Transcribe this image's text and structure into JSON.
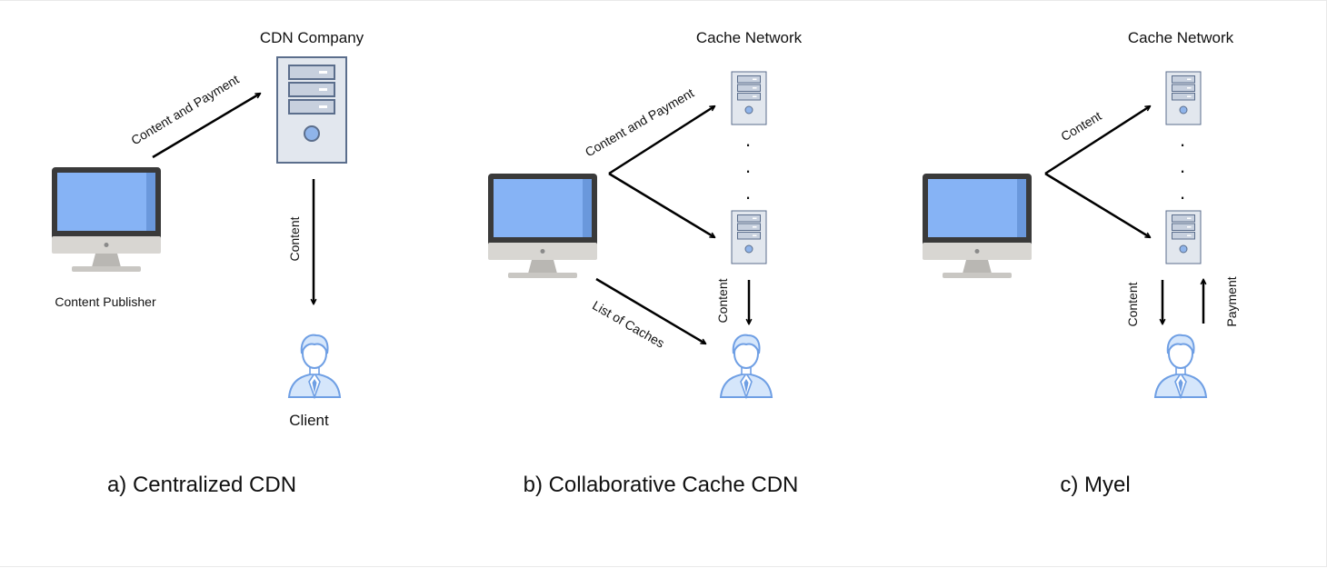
{
  "panels": {
    "a": {
      "caption": "a) Centralized CDN",
      "header": "CDN Company",
      "publisher_label": "Content Publisher",
      "edge_publish": "Content and Payment",
      "edge_deliver": "Content",
      "client_label": "Client"
    },
    "b": {
      "caption": "b) Collaborative Cache CDN",
      "header": "Cache Network",
      "edge_publish": "Content and Payment",
      "edge_list": "List of Caches",
      "edge_deliver": "Content",
      "dots": ".  .  ."
    },
    "c": {
      "caption": "c) Myel",
      "header": "Cache Network",
      "edge_publish": "Content",
      "edge_deliver": "Content",
      "edge_payment": "Payment",
      "dots": ".  .  ."
    }
  },
  "icons": {
    "computer": "desktop-monitor-icon",
    "server": "server-tower-icon",
    "client": "user-avatar-icon"
  },
  "colors": {
    "monitor_frame": "#3a3a3a",
    "screen": "#86b3f5",
    "screen_edge": "#6a98dc",
    "chin": "#d8d6d2",
    "stand": "#b9b7b3",
    "server_body": "#e2e7ee",
    "server_stroke": "#5b6e8c",
    "drive": "#c7d0de",
    "led": "#8fb4ea",
    "user_fill": "#d5e6fb",
    "user_stroke": "#6f9fe4"
  }
}
